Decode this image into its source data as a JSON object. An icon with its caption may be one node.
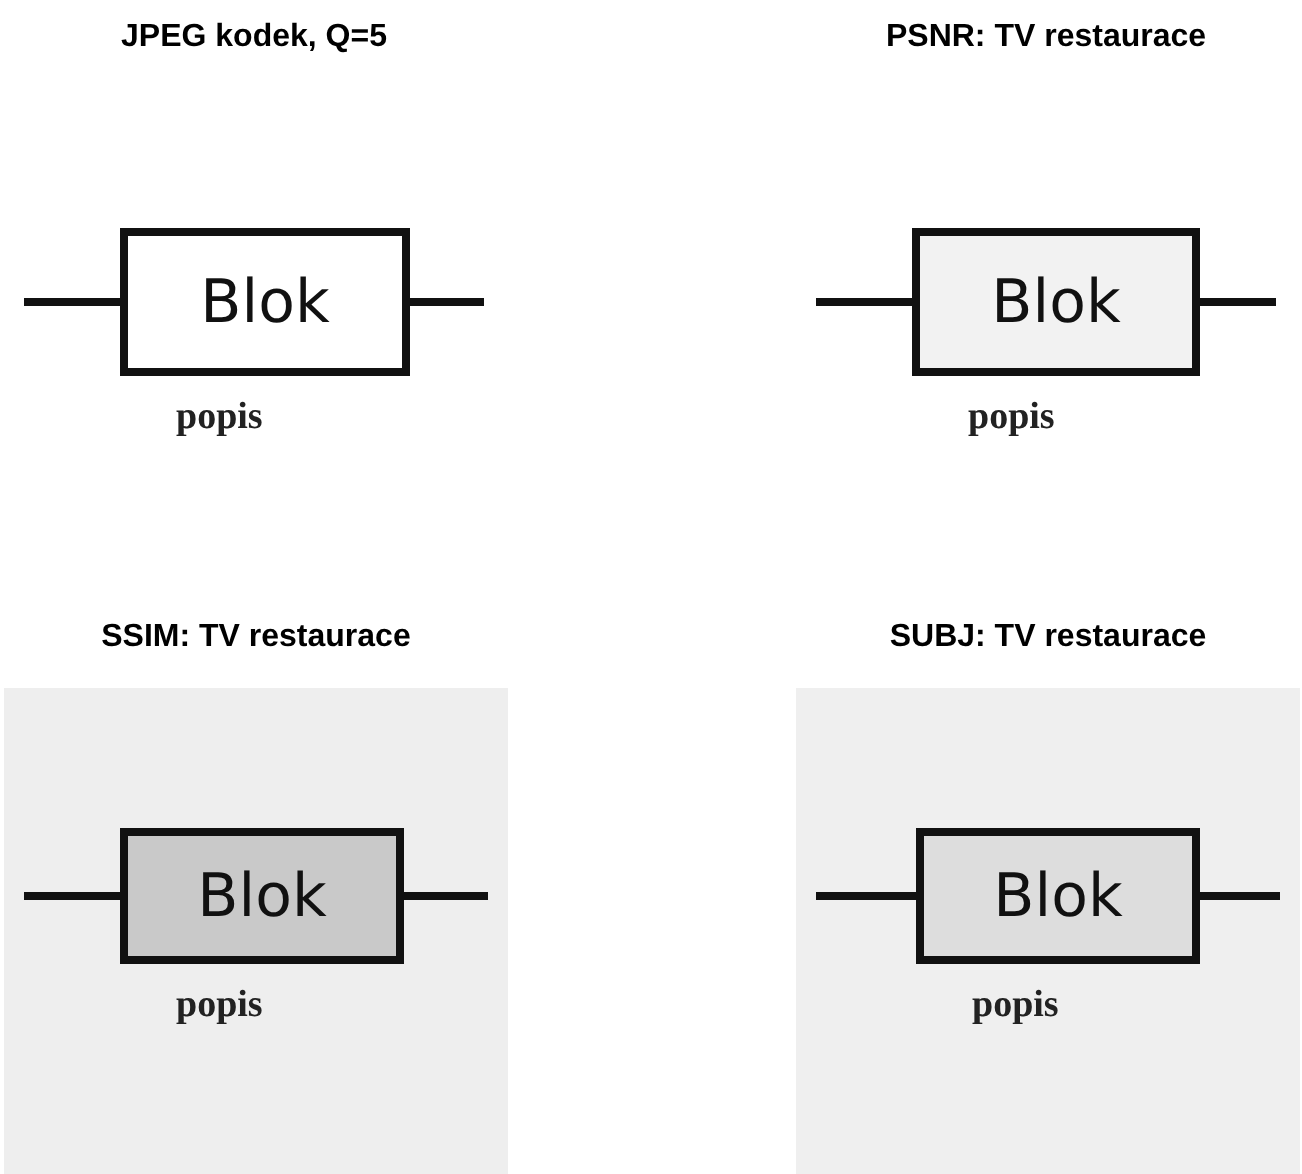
{
  "diagram": {
    "nodes": [
      {
        "text": [
          "JPEG kodek, Q=5"
        ]
      },
      {
        "text": [
          "Blok"
        ],
        "in": 0,
        "beside": [
          "popis"
        ]
      },
      {
        "text": [
          "PSNR: TV restaurace"
        ]
      },
      {
        "text": [
          "Blok"
        ],
        "in": 2,
        "beside": [
          "popis"
        ]
      },
      {
        "text": [
          "SSIM: TV restaurace"
        ]
      },
      {
        "text": [
          "Blok"
        ],
        "in": 4,
        "beside": [
          "popis"
        ]
      },
      {
        "text": [
          "SUBJ: TV restaurace"
        ]
      },
      {
        "text": [
          "Blok"
        ],
        "in": 6,
        "beside": [
          "popis"
        ]
      }
    ],
    "edges": [
      {
        "from": null,
        "to": 1,
        "arrow": "none"
      },
      {
        "from": 1,
        "to": null,
        "arrow": "none"
      },
      {
        "from": null,
        "to": 3,
        "arrow": "none"
      },
      {
        "from": 3,
        "to": null,
        "arrow": "none"
      },
      {
        "from": null,
        "to": 5,
        "arrow": "none"
      },
      {
        "from": 5,
        "to": null,
        "arrow": "none"
      },
      {
        "from": null,
        "to": 7,
        "arrow": "none"
      },
      {
        "from": 7,
        "to": null,
        "arrow": "none"
      }
    ]
  }
}
